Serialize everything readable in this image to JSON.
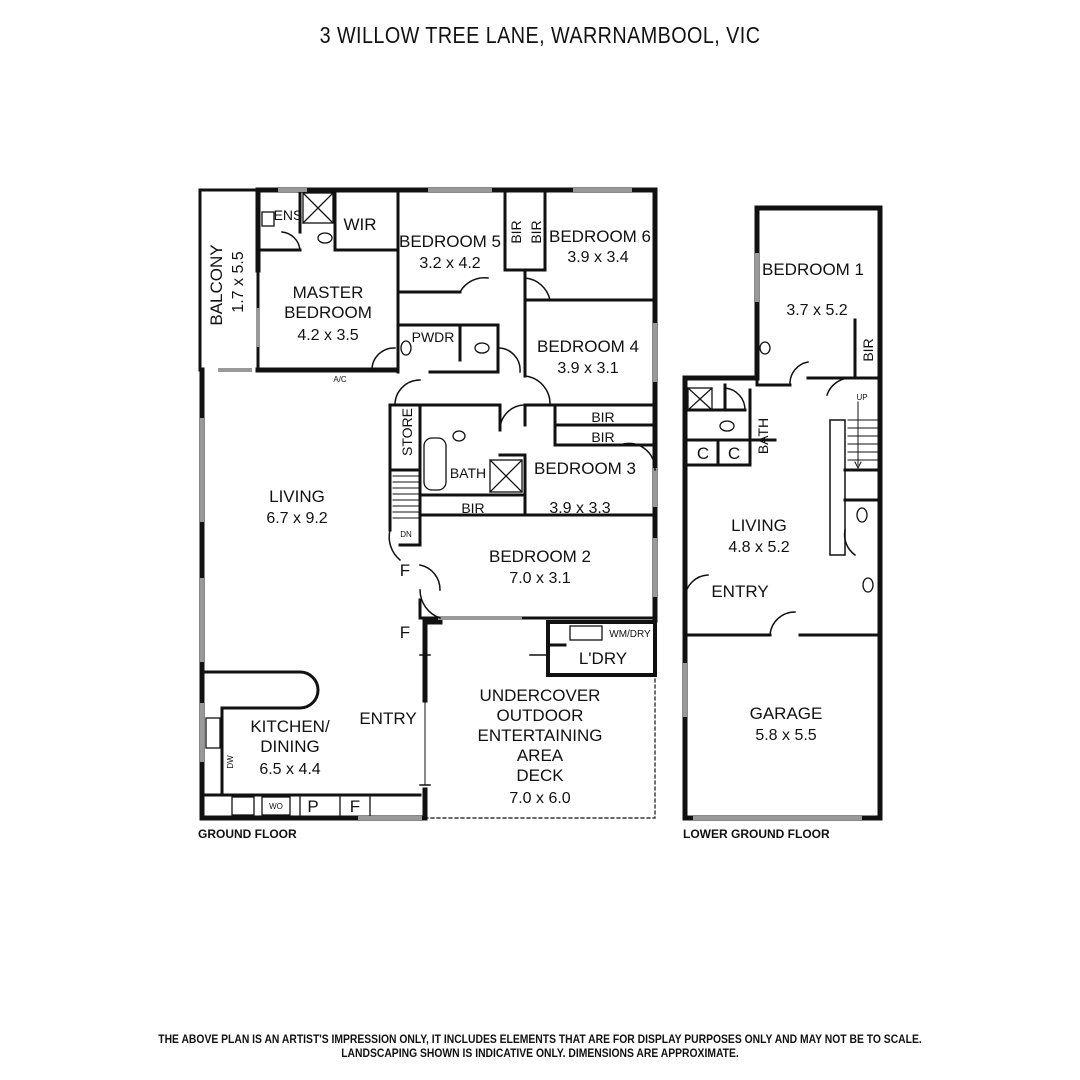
{
  "title": "3 WILLOW TREE LANE, WARRNAMBOOL, VIC",
  "disclaimer": {
    "line1": "THE ABOVE PLAN IS AN ARTIST'S IMPRESSION ONLY, IT INCLUDES ELEMENTS THAT ARE FOR DISPLAY PURPOSES ONLY AND MAY NOT BE TO SCALE.",
    "line2": "LANDSCAPING SHOWN IS INDICATIVE ONLY. DIMENSIONS ARE APPROXIMATE."
  },
  "ground_floor": {
    "label": "GROUND FLOOR",
    "ens": "ENS",
    "wir": "WIR",
    "balcony": {
      "name": "BALCONY",
      "dim": "1.7 x 5.5"
    },
    "master": {
      "line1": "MASTER",
      "line2": "BEDROOM",
      "dim": "4.2 x 3.5"
    },
    "bed5": {
      "name": "BEDROOM 5",
      "dim": "3.2 x 4.2"
    },
    "bir_a": "BIR",
    "bir_b": "BIR",
    "bed6": {
      "name": "BEDROOM 6",
      "dim": "3.9 x 3.4"
    },
    "pwdr": "PWDR",
    "bed4": {
      "name": "BEDROOM 4",
      "dim": "3.9 x 3.1"
    },
    "ac": "A/C",
    "store": "STORE",
    "bath": "BATH",
    "bir_c": "BIR",
    "bir_d": "BIR",
    "bir_e": "BIR",
    "bed3": {
      "name": "BEDROOM 3",
      "dim": "3.9 x 3.3"
    },
    "living": {
      "name": "LIVING",
      "dim": "6.7 x 9.2"
    },
    "dn": "DN",
    "f1": "F",
    "f2": "F",
    "bed2": {
      "name": "BEDROOM 2",
      "dim": "7.0 x 3.1"
    },
    "wmdry": "WM/DRY",
    "ldry": "L'DRY",
    "entry": "ENTRY",
    "kitchen": {
      "line1": "KITCHEN/",
      "line2": "DINING",
      "dim": "6.5 x 4.4"
    },
    "dw": "DW",
    "wo": "WO",
    "p": "P",
    "f3": "F",
    "deck": {
      "line1": "UNDERCOVER",
      "line2": "OUTDOOR",
      "line3": "ENTERTAINING",
      "line4": "AREA",
      "line5": "DECK",
      "dim": "7.0 x 6.0"
    }
  },
  "lower_ground": {
    "label": "LOWER GROUND FLOOR",
    "bed1": {
      "name": "BEDROOM 1",
      "dim": "3.7 x 5.2"
    },
    "bir": "BIR",
    "up": "UP",
    "bath": "BATH",
    "c1": "C",
    "c2": "C",
    "living": {
      "name": "LIVING",
      "dim": "4.8 x 5.2"
    },
    "entry": "ENTRY",
    "garage": {
      "name": "GARAGE",
      "dim": "5.8 x 5.5"
    }
  }
}
